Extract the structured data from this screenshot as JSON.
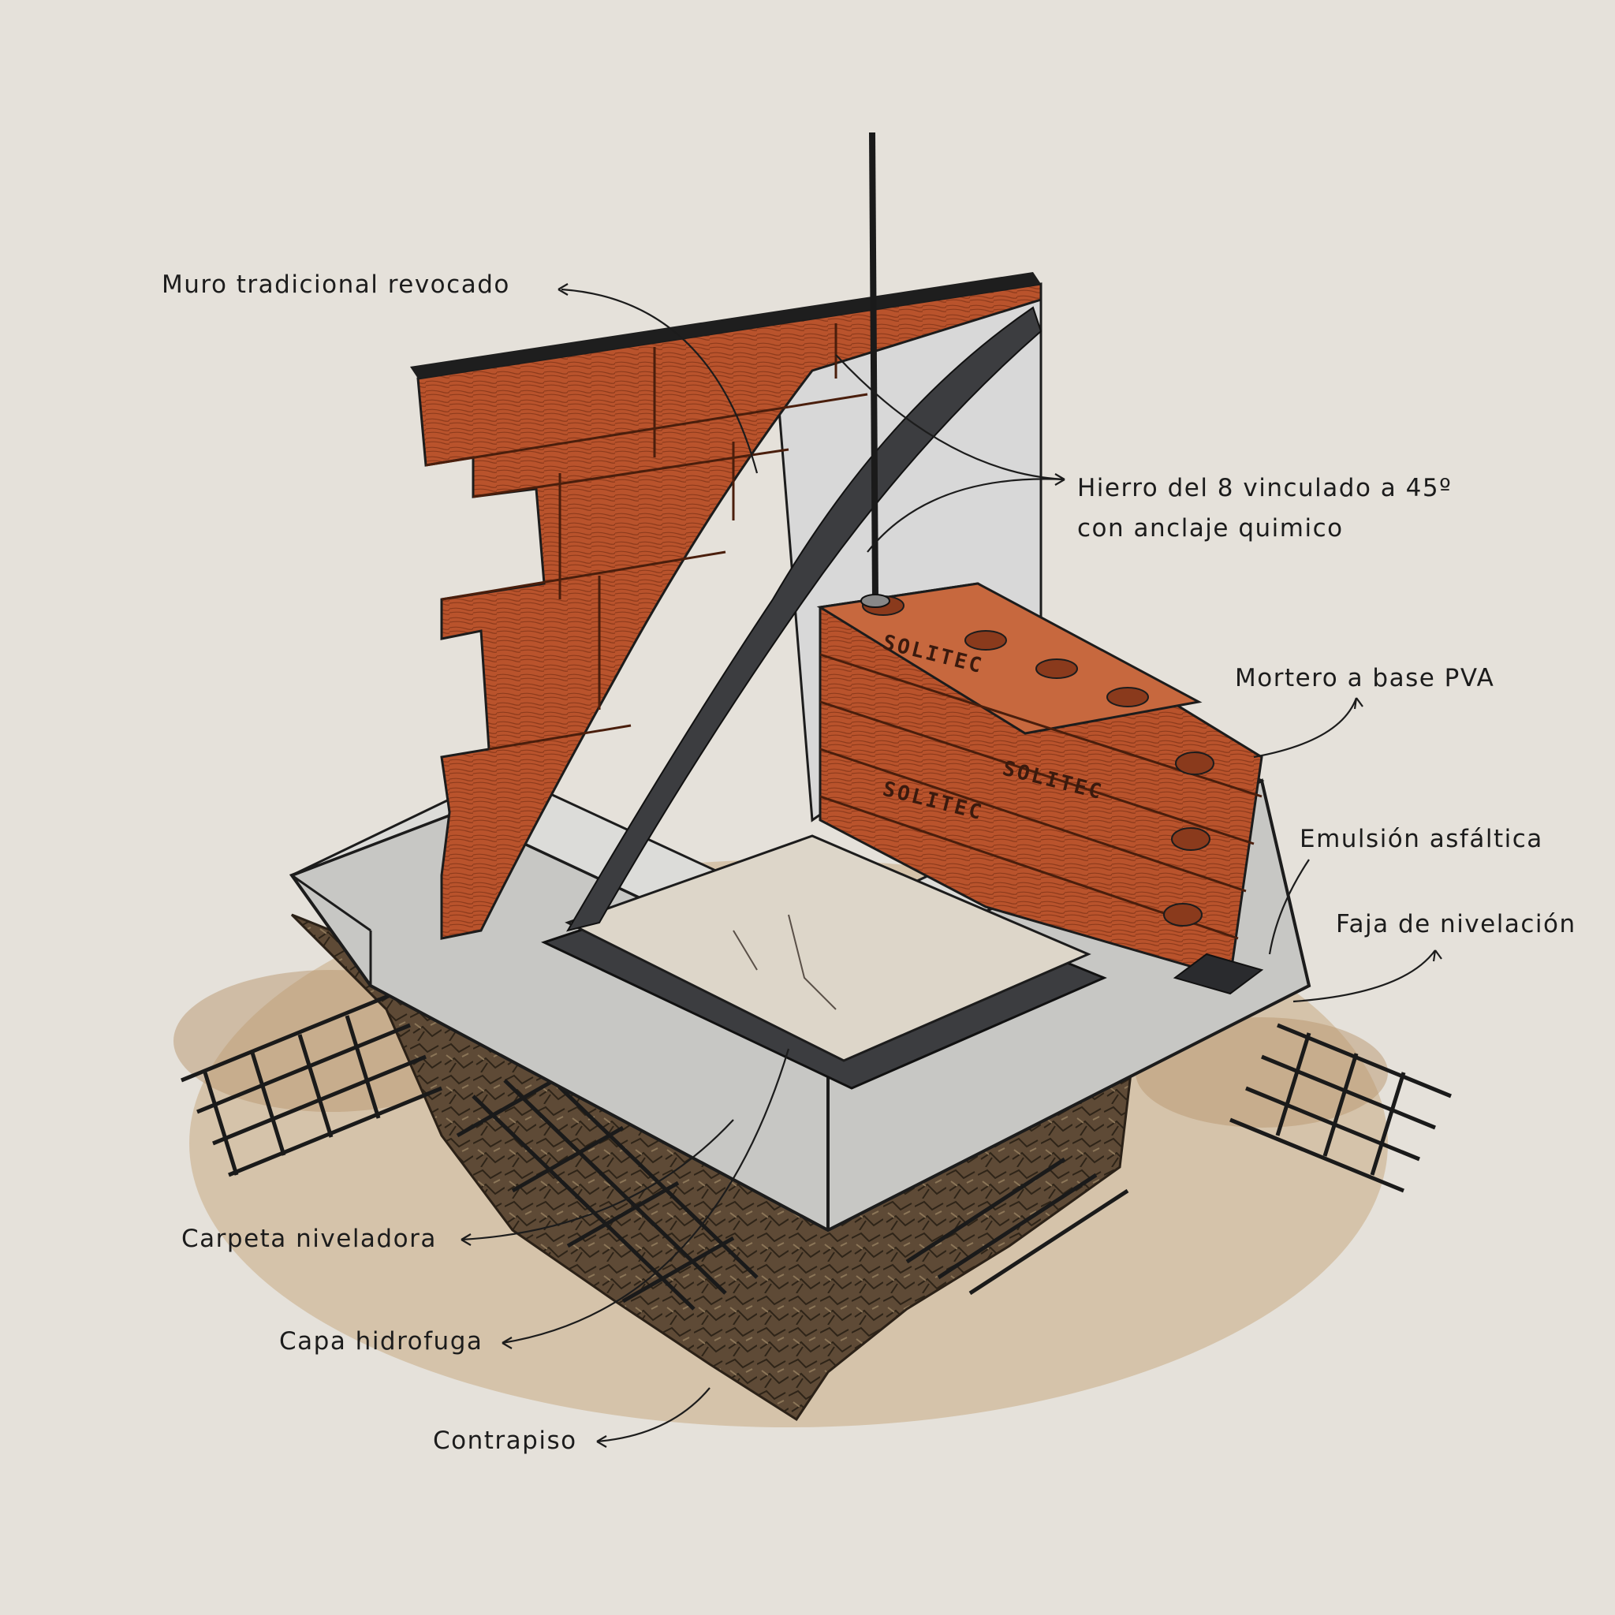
{
  "labels": {
    "muro": "Muro tradicional revocado",
    "hierro_line1": "Hierro del 8 vinculado a 45º",
    "hierro_line2": "con anclaje quimico",
    "mortero": "Mortero a base PVA",
    "emulsion": "Emulsión asfáltica",
    "faja": "Faja de nivelación",
    "carpeta": "Carpeta niveladora",
    "capa": "Capa hidrofuga",
    "contrapiso": "Contrapiso"
  },
  "brick_brand": "SOLITEC",
  "colors": {
    "background": "#e5e1da",
    "brick": "#b9532c",
    "brick_dark": "#8a3a1c",
    "concrete": "#d3d3d1",
    "asphalt": "#3c3d40",
    "soil": "#5e4a36",
    "ink": "#1c1c1c"
  }
}
